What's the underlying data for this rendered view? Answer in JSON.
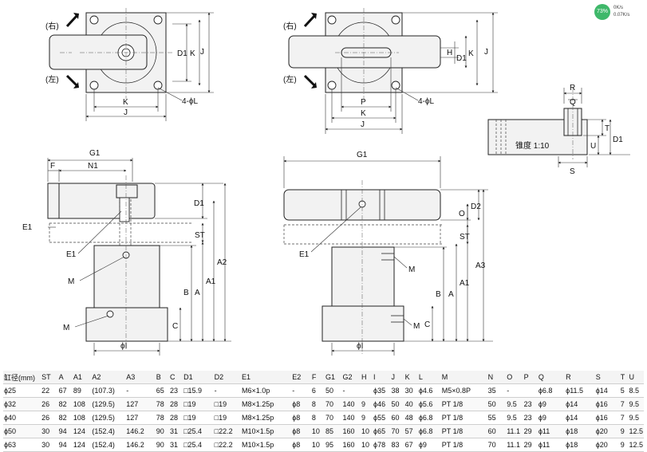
{
  "drawing": {
    "labels": {
      "right": "(右)",
      "left": "(左)",
      "D1": "D1",
      "K": "K",
      "J": "J",
      "H": "H",
      "P": "P",
      "holes": "4-ϕL",
      "G1": "G1",
      "F": "F",
      "N1": "N1",
      "E1": "E1",
      "ST": "ST",
      "A": "A",
      "A1": "A1",
      "A2": "A2",
      "A3": "A3",
      "B": "B",
      "C": "C",
      "D2": "D2",
      "O": "O",
      "I": "ϕI",
      "M": "M",
      "R": "R",
      "Q": "Q",
      "T": "T",
      "U": "U",
      "S": "S",
      "taper": "锥度 1:10"
    }
  },
  "widget": {
    "percent": "73%",
    "line1": "0K/s",
    "line2": "0.07K/s"
  },
  "table": {
    "columns": [
      {
        "label": "缸径(mm)",
        "w": 44
      },
      {
        "label": "ST",
        "w": 20
      },
      {
        "label": "A",
        "w": 17
      },
      {
        "label": "A1",
        "w": 22
      },
      {
        "label": "A2",
        "w": 40
      },
      {
        "label": "A3",
        "w": 35
      },
      {
        "label": "B",
        "w": 16
      },
      {
        "label": "C",
        "w": 16
      },
      {
        "label": "D1",
        "w": 36
      },
      {
        "label": "D2",
        "w": 32
      },
      {
        "label": "E1",
        "w": 59
      },
      {
        "label": "E2",
        "w": 23
      },
      {
        "label": "F",
        "w": 16
      },
      {
        "label": "G1",
        "w": 20
      },
      {
        "label": "G2",
        "w": 22
      },
      {
        "label": "H",
        "w": 14
      },
      {
        "label": "I",
        "w": 21
      },
      {
        "label": "J",
        "w": 16
      },
      {
        "label": "K",
        "w": 16
      },
      {
        "label": "L",
        "w": 27
      },
      {
        "label": "M",
        "w": 54
      },
      {
        "label": "N",
        "w": 22
      },
      {
        "label": "O",
        "w": 20
      },
      {
        "label": "P",
        "w": 17
      },
      {
        "label": "Q",
        "w": 32
      },
      {
        "label": "R",
        "w": 35
      },
      {
        "label": "S",
        "w": 29
      },
      {
        "label": "T",
        "w": 10
      },
      {
        "label": "U",
        "w": 18
      }
    ],
    "rows": [
      [
        "ϕ25",
        "22",
        "67",
        "89",
        "(107.3)",
        "-",
        "65",
        "23",
        "□15.9",
        "-",
        "M6×1.0p",
        "-",
        "6",
        "50",
        "-",
        "",
        "ϕ35",
        "38",
        "30",
        "ϕ4.6",
        "M5×0.8P",
        "35",
        "-",
        "",
        "ϕ6.8",
        "ϕ11.5",
        "ϕ14",
        "5",
        "8.5"
      ],
      [
        "ϕ32",
        "26",
        "82",
        "108",
        "(129.5)",
        "127",
        "78",
        "28",
        "□19",
        "□19",
        "M8×1.25p",
        "ϕ8",
        "8",
        "70",
        "140",
        "9",
        "ϕ46",
        "50",
        "40",
        "ϕ5.6",
        "PT 1/8",
        "50",
        "9.5",
        "23",
        "ϕ9",
        "ϕ14",
        "ϕ16",
        "7",
        "9.5"
      ],
      [
        "ϕ40",
        "26",
        "82",
        "108",
        "(129.5)",
        "127",
        "78",
        "28",
        "□19",
        "□19",
        "M8×1.25p",
        "ϕ8",
        "8",
        "70",
        "140",
        "9",
        "ϕ55",
        "60",
        "48",
        "ϕ6.8",
        "PT 1/8",
        "55",
        "9.5",
        "23",
        "ϕ9",
        "ϕ14",
        "ϕ16",
        "7",
        "9.5"
      ],
      [
        "ϕ50",
        "30",
        "94",
        "124",
        "(152.4)",
        "146.2",
        "90",
        "31",
        "□25.4",
        "□22.2",
        "M10×1.5p",
        "ϕ8",
        "10",
        "85",
        "160",
        "10",
        "ϕ65",
        "70",
        "57",
        "ϕ6.8",
        "PT 1/8",
        "60",
        "11.1",
        "29",
        "ϕ11",
        "ϕ18",
        "ϕ20",
        "9",
        "12.5"
      ],
      [
        "ϕ63",
        "30",
        "94",
        "124",
        "(152.4)",
        "146.2",
        "90",
        "31",
        "□25.4",
        "□22.2",
        "M10×1.5p",
        "ϕ8",
        "10",
        "95",
        "160",
        "10",
        "ϕ78",
        "83",
        "67",
        "ϕ9",
        "PT 1/8",
        "70",
        "11.1",
        "29",
        "ϕ11",
        "ϕ18",
        "ϕ20",
        "9",
        "12.5"
      ]
    ]
  }
}
